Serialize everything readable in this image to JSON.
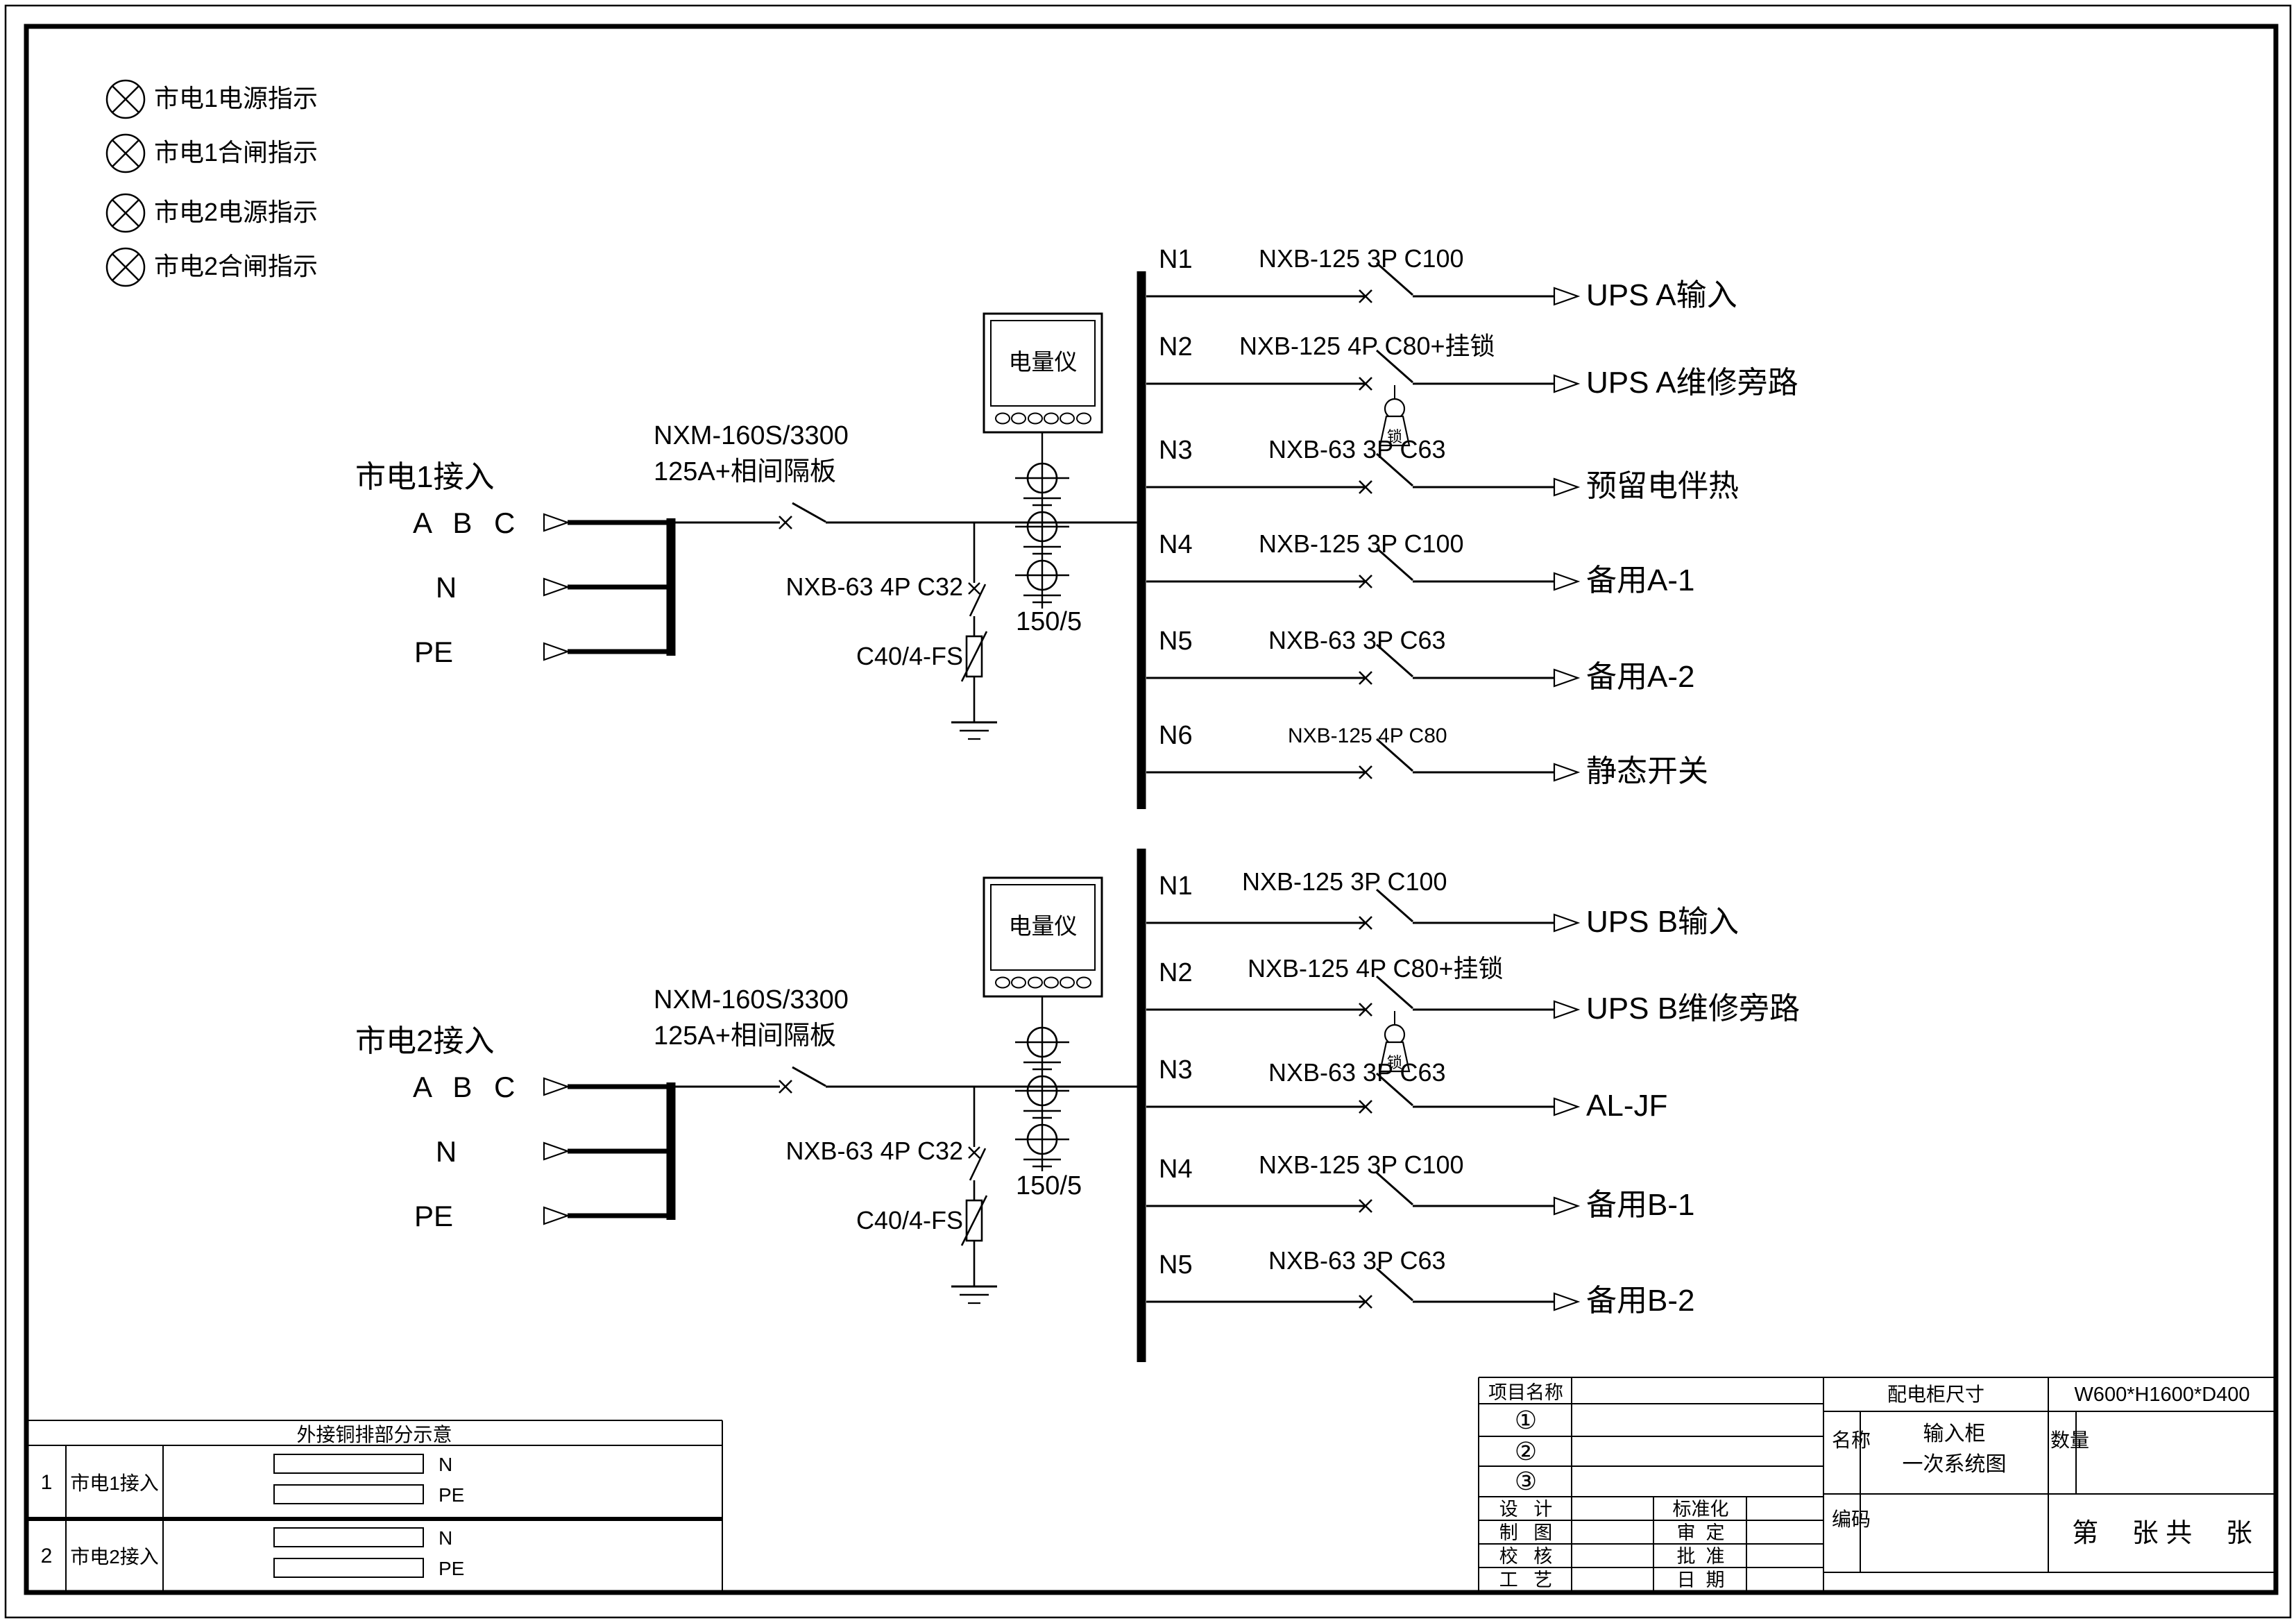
{
  "indicators": [
    {
      "label": "市电1电源指示"
    },
    {
      "label": "市电1合闸指示"
    },
    {
      "label": "市电2电源指示"
    },
    {
      "label": "市电2合闸指示"
    }
  ],
  "symbols": {
    "padlock_text": "锁"
  },
  "circuit1": {
    "source": "市电1接入",
    "phase_abc": "A B C",
    "phase_n": "N",
    "phase_pe": "PE",
    "main_breaker_line1": "NXM-160S/3300",
    "main_breaker_line2": "125A+相间隔板",
    "spd_breaker": "NXB-63 4P C32",
    "spd": "C40/4-FS",
    "meter": "电量仪",
    "ct_ratio": "150/5",
    "feeders": [
      {
        "id": "N1",
        "breaker": "NXB-125 3P C100",
        "load": "UPS A输入"
      },
      {
        "id": "N2",
        "breaker": "NXB-125 4P C80+挂锁",
        "load": "UPS A维修旁路"
      },
      {
        "id": "N3",
        "breaker": "NXB-63 3P C63",
        "load": "预留电伴热"
      },
      {
        "id": "N4",
        "breaker": "NXB-125 3P C100",
        "load": "备用A-1"
      },
      {
        "id": "N5",
        "breaker": "NXB-63 3P C63",
        "load": "备用A-2"
      },
      {
        "id": "N6",
        "breaker": "NXB-125 4P C80",
        "load": "静态开关"
      }
    ]
  },
  "circuit2": {
    "source": "市电2接入",
    "phase_abc": "A B C",
    "phase_n": "N",
    "phase_pe": "PE",
    "main_breaker_line1": "NXM-160S/3300",
    "main_breaker_line2": "125A+相间隔板",
    "spd_breaker": "NXB-63 4P C32",
    "spd": "C40/4-FS",
    "meter": "电量仪",
    "ct_ratio": "150/5",
    "feeders": [
      {
        "id": "N1",
        "breaker": "NXB-125 3P C100",
        "load": "UPS B输入"
      },
      {
        "id": "N2",
        "breaker": "NXB-125 4P C80+挂锁",
        "load": "UPS B维修旁路"
      },
      {
        "id": "N3",
        "breaker": "NXB-63 3P C63",
        "load": "AL-JF"
      },
      {
        "id": "N4",
        "breaker": "NXB-125 3P C100",
        "load": "备用B-1"
      },
      {
        "id": "N5",
        "breaker": "NXB-63 3P C63",
        "load": "备用B-2"
      }
    ]
  },
  "copper_bar_table": {
    "title": "外接铜排部分示意",
    "rows": [
      {
        "no": "1",
        "name": "市电1接入",
        "bar1": "N",
        "bar2": "PE"
      },
      {
        "no": "2",
        "name": "市电2接入",
        "bar1": "N",
        "bar2": "PE"
      }
    ]
  },
  "title_block": {
    "project_label": "项目名称",
    "rev1": "①",
    "rev2": "②",
    "rev3": "③",
    "design": "设   计",
    "draft": "制   图",
    "check": "校   核",
    "craft": "工   艺",
    "standard": "标准化",
    "review": "审  定",
    "approve": "批  准",
    "date": "日  期",
    "cabinet_size_label": "配电柜尺寸",
    "cabinet_size": "W600*H1600*D400",
    "name_label": "名称",
    "cabinet_name_line1": "输入柜",
    "cabinet_name_line2": "一次系统图",
    "qty_label": "数量",
    "code_label": "编码",
    "sheet": "第　 张 共　 张"
  }
}
